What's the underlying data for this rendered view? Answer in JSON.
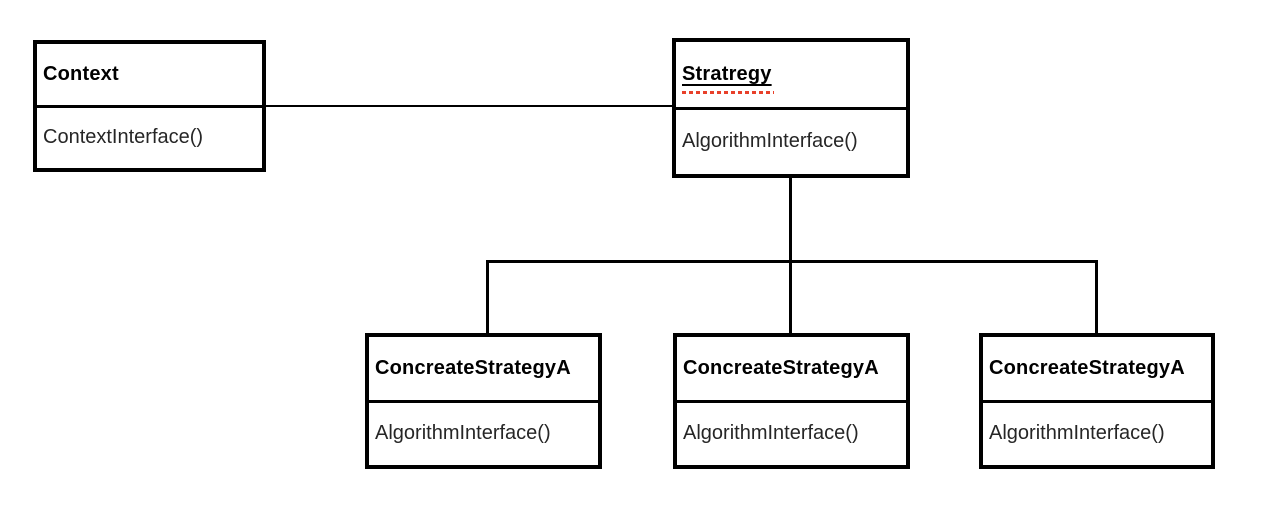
{
  "diagram": {
    "type": "uml-class-diagram",
    "colors": {
      "background": "#ffffff",
      "line": "#000000",
      "title_text": "#000000",
      "body_text": "#262626",
      "spellcheck_underline": "#e8402a"
    },
    "nodes": {
      "context": {
        "title": "Context",
        "method": "ContextInterface()"
      },
      "strategy": {
        "title": "Stratregy",
        "method": "AlgorithmInterface()"
      },
      "concrete1": {
        "title": "ConcreateStrategyA",
        "method": "AlgorithmInterface()"
      },
      "concrete2": {
        "title": "ConcreateStrategyA",
        "method": "AlgorithmInterface()"
      },
      "concrete3": {
        "title": "ConcreateStrategyA",
        "method": "AlgorithmInterface()"
      }
    },
    "relations": [
      {
        "from": "context",
        "to": "strategy",
        "type": "association"
      },
      {
        "from": "strategy",
        "to": "concrete1",
        "type": "hierarchy"
      },
      {
        "from": "strategy",
        "to": "concrete2",
        "type": "hierarchy"
      },
      {
        "from": "strategy",
        "to": "concrete3",
        "type": "hierarchy"
      }
    ]
  }
}
